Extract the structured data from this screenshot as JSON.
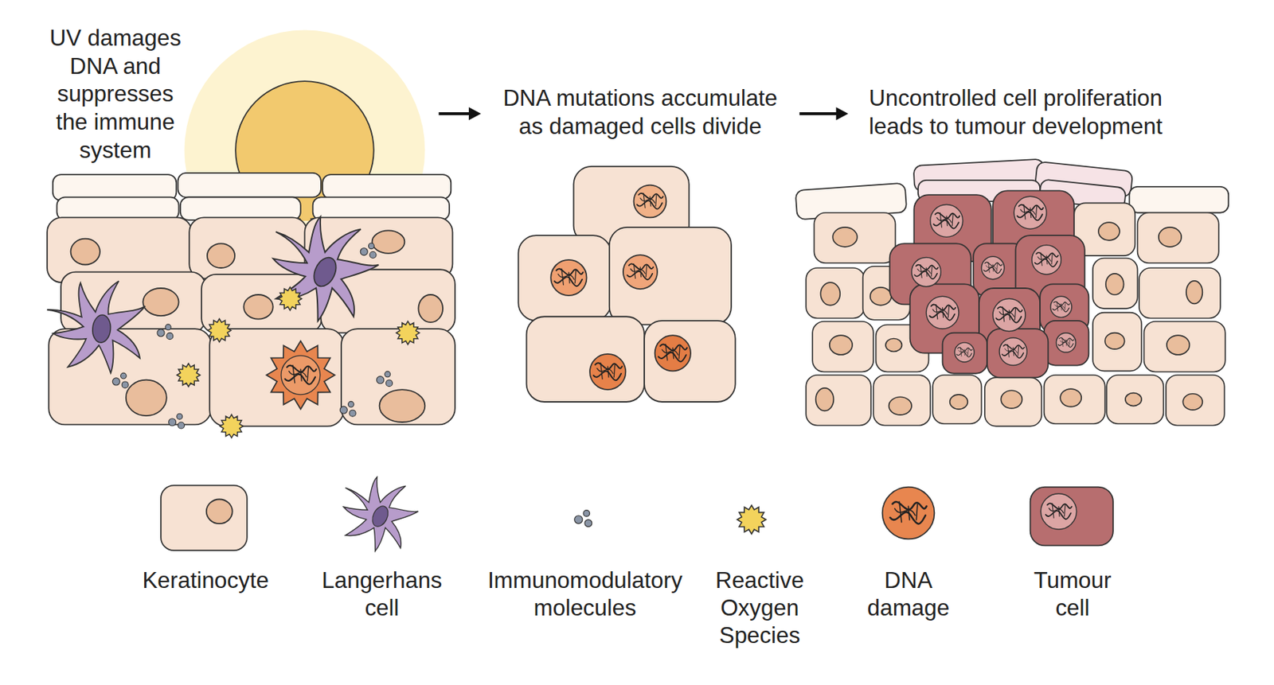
{
  "diagram": {
    "nodes": [
      {
        "text": [
          "UV damages DNA and suppresses the immune system"
        ]
      },
      {
        "text": [
          "DNA mutations accumulate as damaged cells divide"
        ]
      },
      {
        "text": [
          "Uncontrolled cell proliferation leads to tumour development"
        ]
      }
    ],
    "edges": [
      {
        "from": 0,
        "to": 1,
        "arrow": "to"
      },
      {
        "from": 1,
        "to": 2,
        "arrow": "to"
      }
    ],
    "legend": [
      {
        "text": "Keratinocyte"
      },
      {
        "text": "Langerhans cell"
      },
      {
        "text": "Immunomodulatory molecules"
      },
      {
        "text": "Reactive Oxygen Species"
      },
      {
        "text": "DNA damage"
      },
      {
        "text": "Tumour cell"
      }
    ]
  }
}
